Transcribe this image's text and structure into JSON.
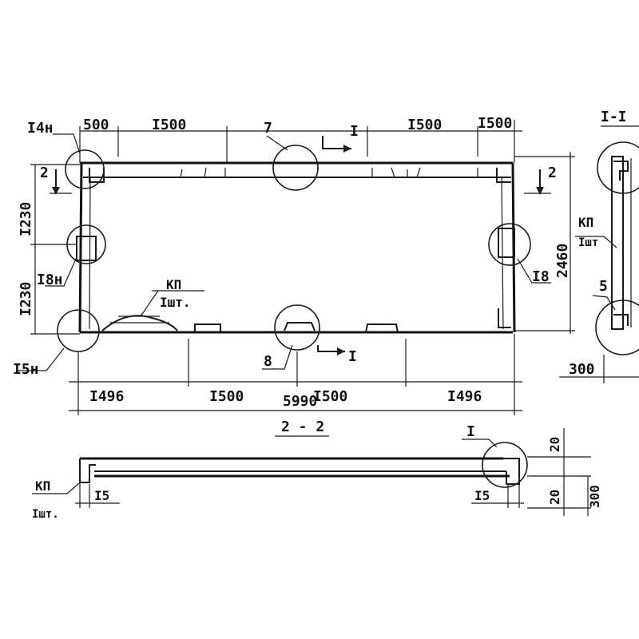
{
  "plan": {
    "top_dims": [
      "500",
      "I500",
      "I500",
      "I500"
    ],
    "bottom_dims": [
      "I496",
      "I500",
      "I500",
      "I496"
    ],
    "overall_length": "5990",
    "left_dims": [
      "I230",
      "I230"
    ],
    "right_height": "2460",
    "marks": {
      "m14": "I4н",
      "m7": "7",
      "m1": "I",
      "m2_left": "2",
      "m2_right": "2",
      "m18l": "I8н",
      "m18r": "I8",
      "m15": "I5н",
      "m8": "8",
      "m1_bottom": "I",
      "kp": "КП",
      "kp_qty": "Iшт."
    }
  },
  "section_1_1": {
    "title": "I-I",
    "kp": "КП",
    "kp_qty": "Iшт",
    "mark5": "5",
    "width": "300"
  },
  "section_2_2": {
    "title": "2 - 2",
    "mark_i": "I",
    "dim_20_top": "20",
    "dim_20_bottom": "20",
    "dim_300": "300",
    "dim_15_left": "I5",
    "dim_15_right": "I5",
    "kp": "КП",
    "kp_qty": "Iшт."
  }
}
